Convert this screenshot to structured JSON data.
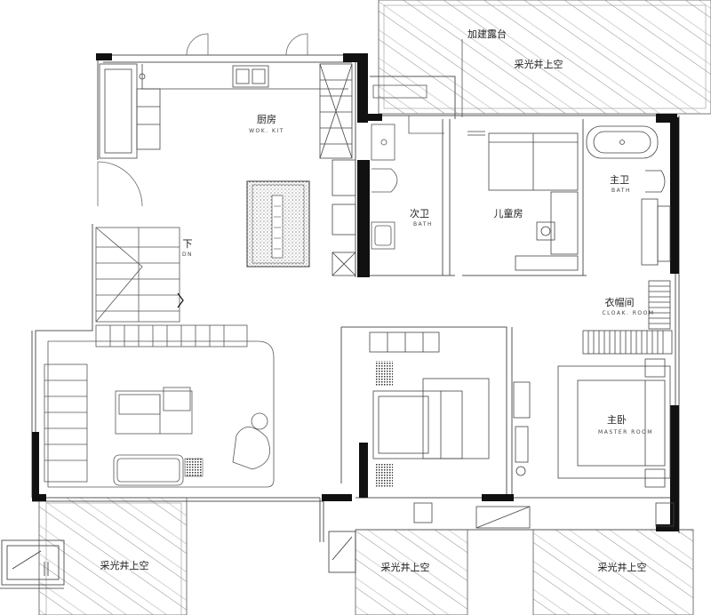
{
  "labels": {
    "kitchen_cn": "厨房",
    "kitchen_en": "WOK. KIT",
    "stair_cn": "下",
    "stair_en": "DN",
    "second_bath_cn": "次卫",
    "second_bath_en": "BATH",
    "kids_room_cn": "儿童房",
    "master_bath_cn": "主卫",
    "master_bath_en": "BATH",
    "cloak_cn": "衣帽间",
    "cloak_en": "CLOAK. ROOM",
    "master_cn": "主卧",
    "master_en": "MASTER ROOM",
    "balcony_cn": "加建露台",
    "void_top_cn": "采光井上空",
    "void_bl_cn": "采光井上空",
    "void_bc_cn": "采光井上空",
    "void_br_cn": "采光井上空"
  },
  "colors": {
    "wall": "#111111",
    "line": "#555555",
    "hatch": "#8a8a8a",
    "background": "#ffffff"
  }
}
